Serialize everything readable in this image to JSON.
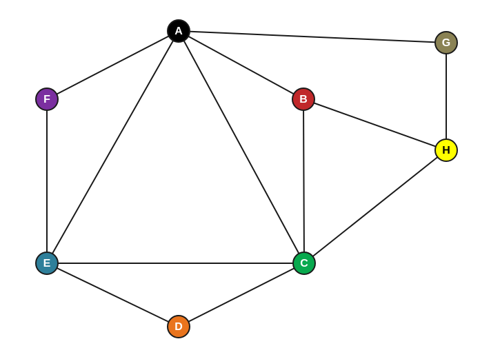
{
  "graph": {
    "nodes": [
      {
        "id": "A",
        "label": "A",
        "color": "#000000",
        "text_color": "#ffffff"
      },
      {
        "id": "B",
        "label": "B",
        "color": "#c0282a",
        "text_color": "#ffffff"
      },
      {
        "id": "C",
        "label": "C",
        "color": "#08a94e",
        "text_color": "#ffffff"
      },
      {
        "id": "D",
        "label": "D",
        "color": "#e9741d",
        "text_color": "#ffffff"
      },
      {
        "id": "E",
        "label": "E",
        "color": "#2e7f9a",
        "text_color": "#ffffff"
      },
      {
        "id": "F",
        "label": "F",
        "color": "#7b2fa0",
        "text_color": "#ffffff"
      },
      {
        "id": "G",
        "label": "G",
        "color": "#8a8254",
        "text_color": "#ffffff"
      },
      {
        "id": "H",
        "label": "H",
        "color": "#ffff00",
        "text_color": "#000000"
      }
    ],
    "edges": [
      [
        "A",
        "G"
      ],
      [
        "A",
        "F"
      ],
      [
        "A",
        "B"
      ],
      [
        "A",
        "E"
      ],
      [
        "A",
        "C"
      ],
      [
        "G",
        "H"
      ],
      [
        "B",
        "H"
      ],
      [
        "B",
        "C"
      ],
      [
        "H",
        "C"
      ],
      [
        "F",
        "E"
      ],
      [
        "E",
        "C"
      ],
      [
        "E",
        "D"
      ],
      [
        "D",
        "C"
      ]
    ]
  }
}
